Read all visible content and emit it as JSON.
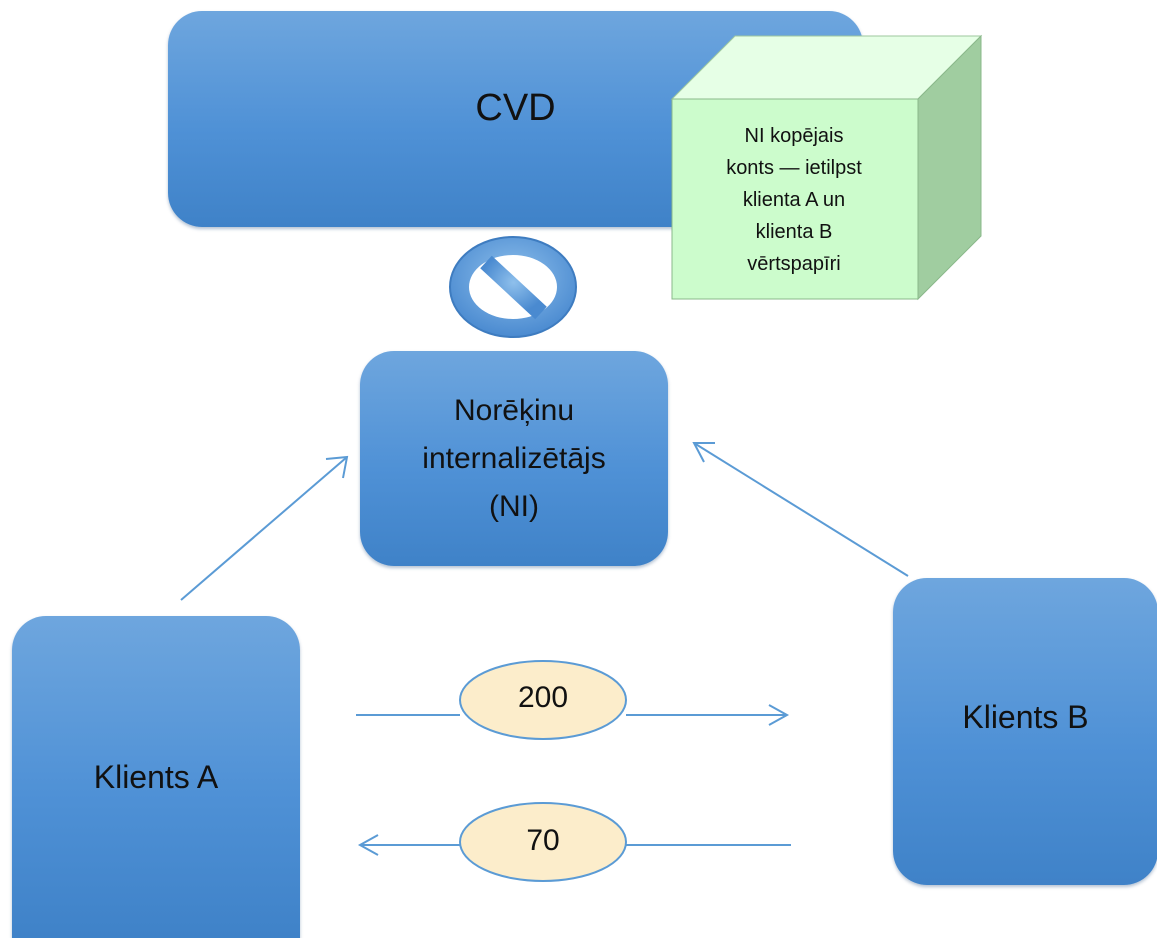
{
  "cvd": {
    "label": "CVD"
  },
  "account_cube": {
    "lines": [
      "NI kopējais",
      "konts — ietilpst",
      "klienta A un",
      "klienta B",
      "vērtspapīri"
    ]
  },
  "internalizer": {
    "lines": [
      "Norēķinu",
      "internalizētājs",
      "(NI)"
    ]
  },
  "client_a": {
    "label": "Klients A"
  },
  "client_b": {
    "label": "Klients B"
  },
  "flows": [
    {
      "from": "Klients A",
      "to": "Klients B",
      "value": "200"
    },
    {
      "from": "Klients B",
      "to": "Klients A",
      "value": "70"
    }
  ],
  "colors": {
    "box_blue": "#4f91d6",
    "cube_front": "#ccfccc",
    "cube_side": "#a0cda0",
    "oval_fill": "#fcedcb",
    "line_blue": "#5b9bd5"
  },
  "icons": {
    "prohibition": "no-entry-icon"
  }
}
